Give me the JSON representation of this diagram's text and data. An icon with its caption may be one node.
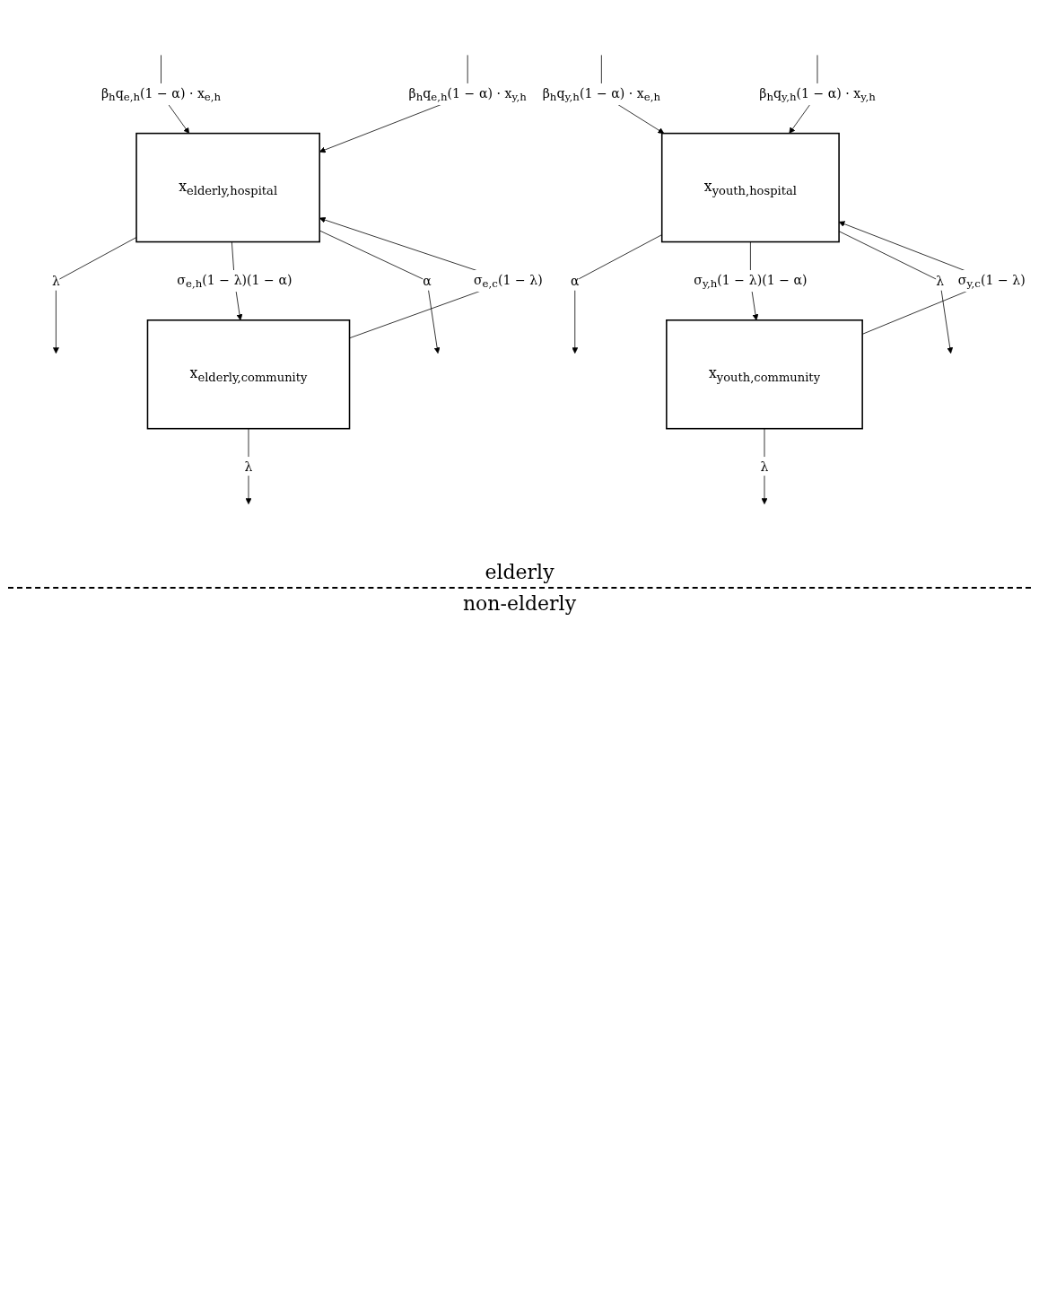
{
  "diagram": {
    "nodes": [
      {
        "text": [
          "x$_{elderly,hospital}$"
        ]
      },
      {
        "text": [
          "x$_{elderly,community}$"
        ]
      },
      {
        "text": [
          "x$_{youth,hospital}$"
        ]
      },
      {
        "text": [
          "x$_{youth,community}$"
        ]
      }
    ],
    "edges": [
      {
        "from": 0,
        "to": null,
        "arrow": "to",
        "label": "λ"
      },
      {
        "from": null,
        "to": 0,
        "arrow": "to",
        "label": "β$_{h}$q$_{e,h}$(1 − α) · x$_{e,h}$"
      },
      {
        "from": 1,
        "to": null,
        "arrow": "to",
        "label": "λ"
      },
      {
        "from": 1,
        "to": 0,
        "arrow": "to",
        "label": "σ$_{e,c}$(1 − λ)"
      },
      {
        "from": 0,
        "to": 1,
        "arrow": "to",
        "label": "σ$_{e,h}$(1 − λ)(1 − α)"
      },
      {
        "from": 0,
        "to": null,
        "arrow": "to",
        "label": "α"
      },
      {
        "from": null,
        "to": 0,
        "arrow": "to",
        "label": "β$_{h}$q$_{e,h}$(1 − α) · x$_{y,h}$"
      },
      {
        "from": 2,
        "to": null,
        "arrow": "to",
        "label": "α"
      },
      {
        "from": null,
        "to": 2,
        "arrow": "to",
        "label": "β$_{h}$q$_{y,h}$(1 − α) · x$_{e,h}$"
      },
      {
        "from": 3,
        "to": 2,
        "arrow": "to",
        "label": "σ$_{y,c}$(1 − λ)"
      },
      {
        "from": 2,
        "to": 3,
        "arrow": "to",
        "label": "σ$_{y,h}$(1 − λ)(1 − α)"
      },
      {
        "from": 2,
        "to": null,
        "arrow": "to",
        "label": "λ"
      },
      {
        "from": null,
        "to": 2,
        "arrow": "to",
        "label": "β$_{h}$q$_{y,h}$(1 − α) · x$_{y,h}$"
      },
      {
        "from": 3,
        "to": null,
        "arrow": "to",
        "label": "λ"
      }
    ],
    "labels": [
      "elderly",
      "non-elderly"
    ]
  }
}
